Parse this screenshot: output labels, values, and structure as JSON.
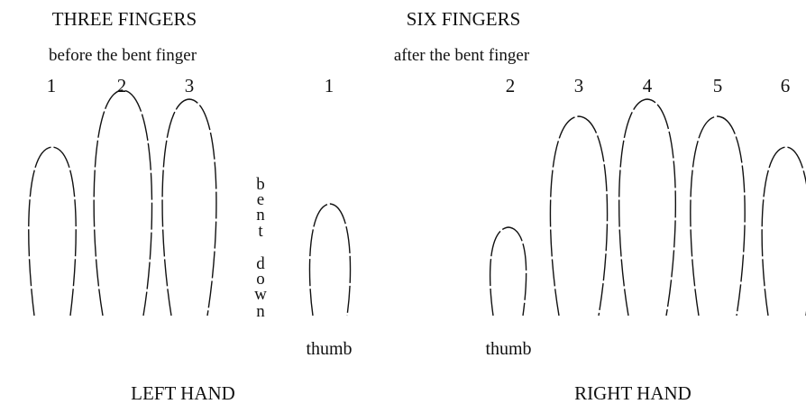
{
  "left_group": {
    "title": "THREE FINGERS",
    "subtitle": "before the bent finger",
    "numbers": [
      "1",
      "2",
      "3"
    ]
  },
  "right_group": {
    "title": "SIX FINGERS",
    "subtitle": "after the bent finger",
    "numbers": [
      "1",
      "2",
      "3",
      "4",
      "5",
      "6"
    ]
  },
  "bent_finger_label": [
    "b",
    "e",
    "n",
    "t",
    "d",
    "o",
    "w",
    "n"
  ],
  "thumb_labels": [
    "thumb",
    "thumb"
  ],
  "hands": {
    "left": "LEFT HAND",
    "right": "RIGHT HAND"
  },
  "colors": {
    "ink": "#111111",
    "background": "#ffffff"
  }
}
